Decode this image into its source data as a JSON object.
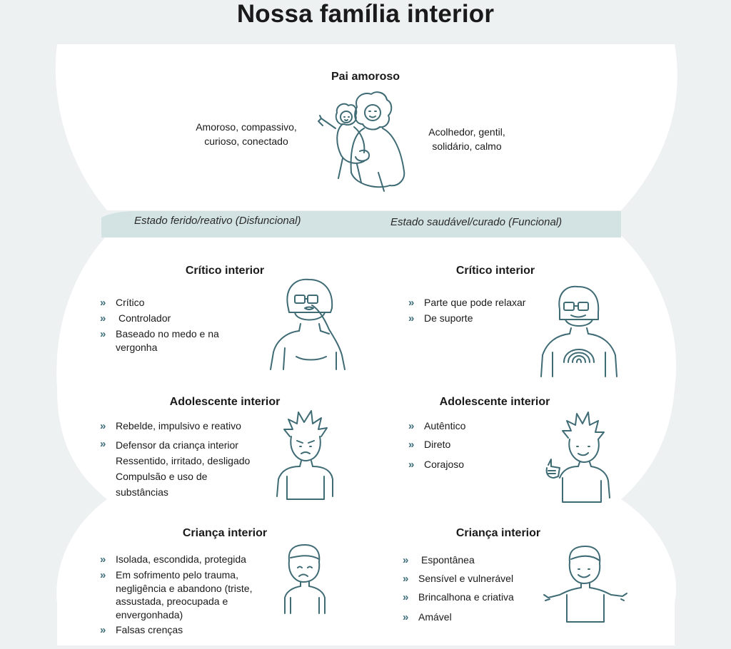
{
  "title": "Nossa família interior",
  "top": {
    "heading": "Pai amoroso",
    "left_traits": [
      "Amoroso, compassivo,",
      "curioso, conectado"
    ],
    "right_traits": [
      "Acolhedor, gentil,",
      "solidário, calmo"
    ]
  },
  "band": {
    "left_label": "Estado ferido/reativo (Disfuncional)",
    "right_label": "Estado saudável/curado (Funcional)"
  },
  "left_column": {
    "critic": {
      "heading": "Crítico interior",
      "items": [
        "Crítico",
        "Controlador",
        "Baseado no medo e na vergonha"
      ]
    },
    "teen": {
      "heading": "Adolescente interior",
      "items": [
        "Rebelde, impulsivo e reativo",
        "Defensor da criança interior Ressentido, irritado, desligado Compulsão e uso de substâncias"
      ]
    },
    "child": {
      "heading": "Criança interior",
      "items": [
        "Isolada, escondida, protegida",
        "Em sofrimento pelo trauma, negligência e abandono (triste, assustada, preocupada e envergonhada)",
        "Falsas crenças"
      ]
    }
  },
  "right_column": {
    "critic": {
      "heading": "Crítico interior",
      "items": [
        "Parte que pode relaxar",
        "De suporte"
      ]
    },
    "teen": {
      "heading": "Adolescente interior",
      "items": [
        "Autêntico",
        "Direto",
        "Corajoso"
      ]
    },
    "child": {
      "heading": "Criança interior",
      "items": [
        "Espontânea",
        "Sensível e vulnerável",
        "Brincalhona e criativa",
        "Amável"
      ]
    }
  },
  "bullet_glyph": "»",
  "colors": {
    "band": "#d3e3e4",
    "line_art": "#3f6b75",
    "bullet": "#3b6d78",
    "shape_bg": "#eef1f2"
  },
  "icons": [
    "parent-hugging-child-icon",
    "worried-critic-icon",
    "calm-critic-rainbow-icon",
    "angry-teen-icon",
    "thumbs-up-teen-icon",
    "sad-child-icon",
    "happy-child-icon"
  ]
}
